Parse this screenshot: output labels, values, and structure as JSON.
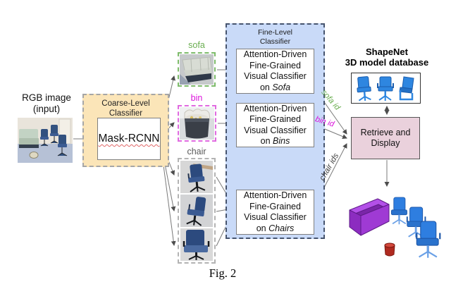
{
  "caption": "Fig. 2",
  "input": {
    "label": "RGB image\n(input)"
  },
  "coarse": {
    "title": "Coarse-Level\nClassifier",
    "model": "Mask-RCNN"
  },
  "detections": {
    "sofa_label": "sofa",
    "bin_label": "bin",
    "chair_label": "chair"
  },
  "fine": {
    "title": "Fine-Level\nClassifier",
    "sofa_box": {
      "l1": "Attention-Driven",
      "l2": "Fine-Grained",
      "l3": "Visual Classifier",
      "l4_prefix": "on",
      "l4_target": "Sofa"
    },
    "bins_box": {
      "l1": "Attention-Driven",
      "l2": "Fine-Grained",
      "l3": "Visual Classifier",
      "l4_prefix": "on",
      "l4_target": "Bins"
    },
    "chairs_box": {
      "l1": "Attention-Driven",
      "l2": "Fine-Grained",
      "l3": "Visual Classifier",
      "l4_prefix": "on",
      "l4_target": "Chairs"
    }
  },
  "ids": {
    "sofa": "sofa id",
    "bin": "bin id",
    "chair": "chair ids"
  },
  "shapenet": {
    "title": "ShapeNet\n3D model database"
  },
  "retrieve": {
    "label": "Retrieve and\nDisplay"
  },
  "colors": {
    "sofa_accent": "#6aae50",
    "bin_accent": "#dc14dc",
    "chair_accent": "#595959",
    "coarse_fill": "#fbe5b8",
    "fine_fill": "#c9daf8",
    "retrieve_fill": "#ead1dc",
    "scene_sofa": "#a13fd8",
    "scene_chair": "#2e7ee0",
    "scene_bin": "#b5281e"
  }
}
